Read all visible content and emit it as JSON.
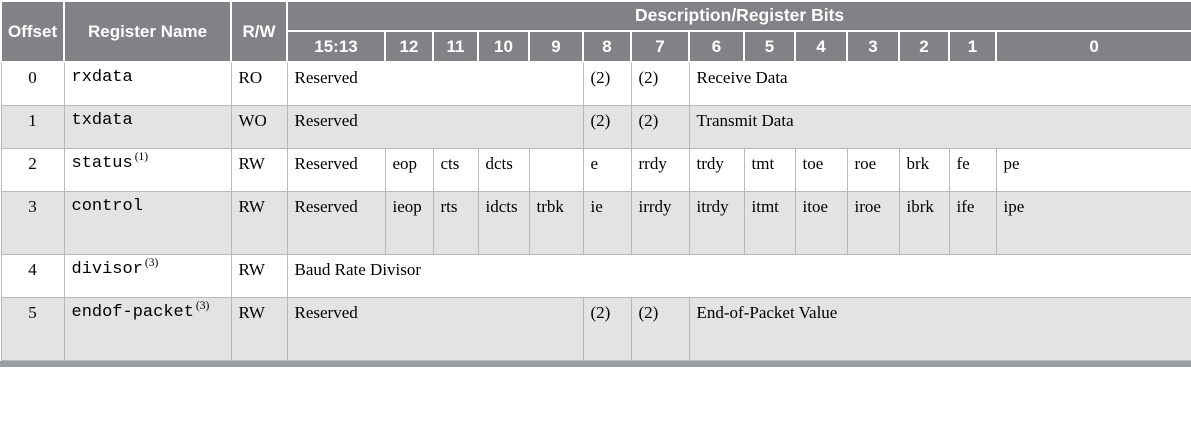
{
  "table": {
    "headers": {
      "offset": "Offset",
      "register_name": "Register Name",
      "rw": "R/W",
      "description_group": "Description/Register Bits",
      "bits": [
        "15:13",
        "12",
        "11",
        "10",
        "9",
        "8",
        "7",
        "6",
        "5",
        "4",
        "3",
        "2",
        "1",
        "0"
      ]
    },
    "rows": [
      {
        "offset": "0",
        "name": "rxdata",
        "name_footnote": "",
        "rw": "RO",
        "shaded": false,
        "tall": false,
        "cells": [
          {
            "text": "Reserved",
            "span": 5
          },
          {
            "text": "(2)",
            "span": 1
          },
          {
            "text": "(2)",
            "span": 1
          },
          {
            "text": "Receive Data",
            "span": 7
          }
        ]
      },
      {
        "offset": "1",
        "name": "txdata",
        "name_footnote": "",
        "rw": "WO",
        "shaded": true,
        "tall": false,
        "cells": [
          {
            "text": "Reserved",
            "span": 5
          },
          {
            "text": "(2)",
            "span": 1
          },
          {
            "text": "(2)",
            "span": 1
          },
          {
            "text": "Transmit Data",
            "span": 7
          }
        ]
      },
      {
        "offset": "2",
        "name": "status",
        "name_footnote": "(1)",
        "rw": "RW",
        "shaded": false,
        "tall": false,
        "cells": [
          {
            "text": "Reserved",
            "span": 1
          },
          {
            "text": "eop",
            "span": 1
          },
          {
            "text": "cts",
            "span": 1
          },
          {
            "text": "dcts",
            "span": 1
          },
          {
            "text": "",
            "span": 1
          },
          {
            "text": "e",
            "span": 1
          },
          {
            "text": "rrdy",
            "span": 1
          },
          {
            "text": "trdy",
            "span": 1
          },
          {
            "text": "tmt",
            "span": 1
          },
          {
            "text": "toe",
            "span": 1
          },
          {
            "text": "roe",
            "span": 1
          },
          {
            "text": "brk",
            "span": 1
          },
          {
            "text": "fe",
            "span": 1
          },
          {
            "text": "pe",
            "span": 1
          }
        ]
      },
      {
        "offset": "3",
        "name": "control",
        "name_footnote": "",
        "rw": "RW",
        "shaded": true,
        "tall": true,
        "cells": [
          {
            "text": "Reserved",
            "span": 1
          },
          {
            "text": "ieop",
            "span": 1
          },
          {
            "text": "rts",
            "span": 1
          },
          {
            "text": "idcts",
            "span": 1
          },
          {
            "text": "trbk",
            "span": 1
          },
          {
            "text": "ie",
            "span": 1
          },
          {
            "text": "irrdy",
            "span": 1
          },
          {
            "text": "itrdy",
            "span": 1
          },
          {
            "text": "itmt",
            "span": 1
          },
          {
            "text": "itoe",
            "span": 1
          },
          {
            "text": "iroe",
            "span": 1
          },
          {
            "text": "ibrk",
            "span": 1
          },
          {
            "text": "ife",
            "span": 1
          },
          {
            "text": "ipe",
            "span": 1
          }
        ]
      },
      {
        "offset": "4",
        "name": "divisor",
        "name_footnote": "(3)",
        "rw": "RW",
        "shaded": false,
        "tall": false,
        "cells": [
          {
            "text": "Baud Rate Divisor",
            "span": 14
          }
        ]
      },
      {
        "offset": "5",
        "name": "endof-packet",
        "name_footnote": "(3)",
        "rw": "RW",
        "shaded": true,
        "tall": true,
        "cells": [
          {
            "text": "Reserved",
            "span": 5
          },
          {
            "text": "(2)",
            "span": 1
          },
          {
            "text": "(2)",
            "span": 1
          },
          {
            "text": "End-of-Packet Value",
            "span": 7
          }
        ]
      }
    ]
  },
  "colors": {
    "header_gray": "#808285",
    "row_shade": "#e3e3e3",
    "border": "#b9b9b9",
    "bottom_rule": "#9a9da0"
  }
}
